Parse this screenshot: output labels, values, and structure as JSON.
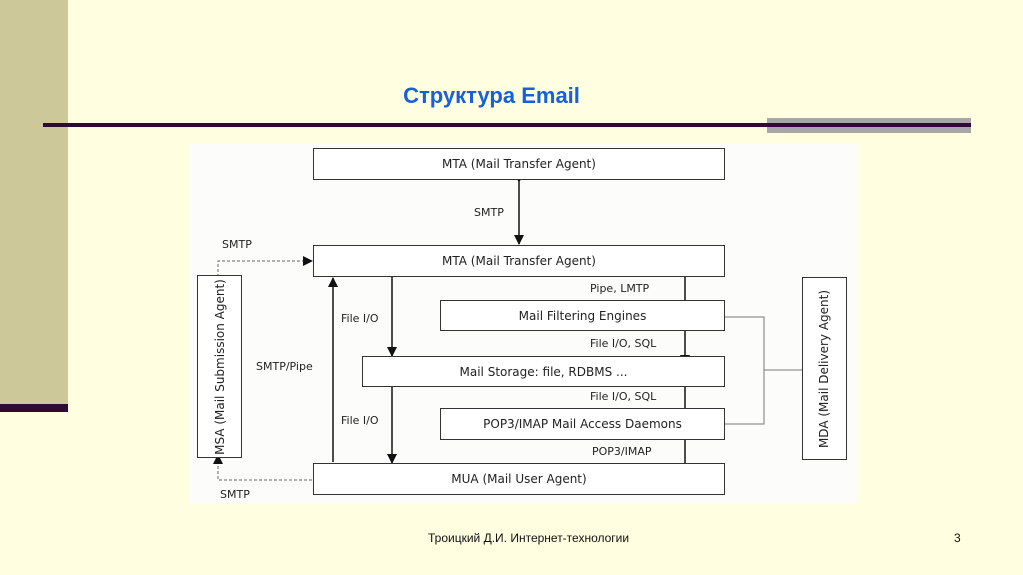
{
  "slide": {
    "title": "Структура Email",
    "footer": "Троицкий Д.И. Интернет-технологии",
    "page_number": "3",
    "colors": {
      "title": "#1560DD",
      "background": "#FFFEE0",
      "sidebar": "#CCC89A",
      "rule": "#2E0A35",
      "rule_accent": "#A8A6A8"
    }
  },
  "diagram": {
    "boxes": {
      "mta_top": "MTA (Mail Transfer Agent)",
      "mta": "MTA (Mail Transfer Agent)",
      "filtering": "Mail Filtering Engines",
      "storage": "Mail Storage: file, RDBMS ...",
      "daemons": "POP3/IMAP Mail Access Daemons",
      "mua": "MUA (Mail User Agent)",
      "msa": "MSA (Mail Submission Agent)",
      "mda": "MDA (Mail Delivery Agent)"
    },
    "labels": {
      "smtp_mta": "SMTP",
      "smtp_msa_top": "SMTP",
      "smtp_msa_bottom": "SMTP",
      "smtp_pipe": "SMTP/Pipe",
      "file_io_1": "File I/O",
      "file_io_2": "File I/O",
      "pipe_lmtp": "Pipe, LMTP",
      "file_io_sql_1": "File I/O, SQL",
      "file_io_sql_2": "File I/O, SQL",
      "pop3_imap": "POP3/IMAP"
    }
  }
}
